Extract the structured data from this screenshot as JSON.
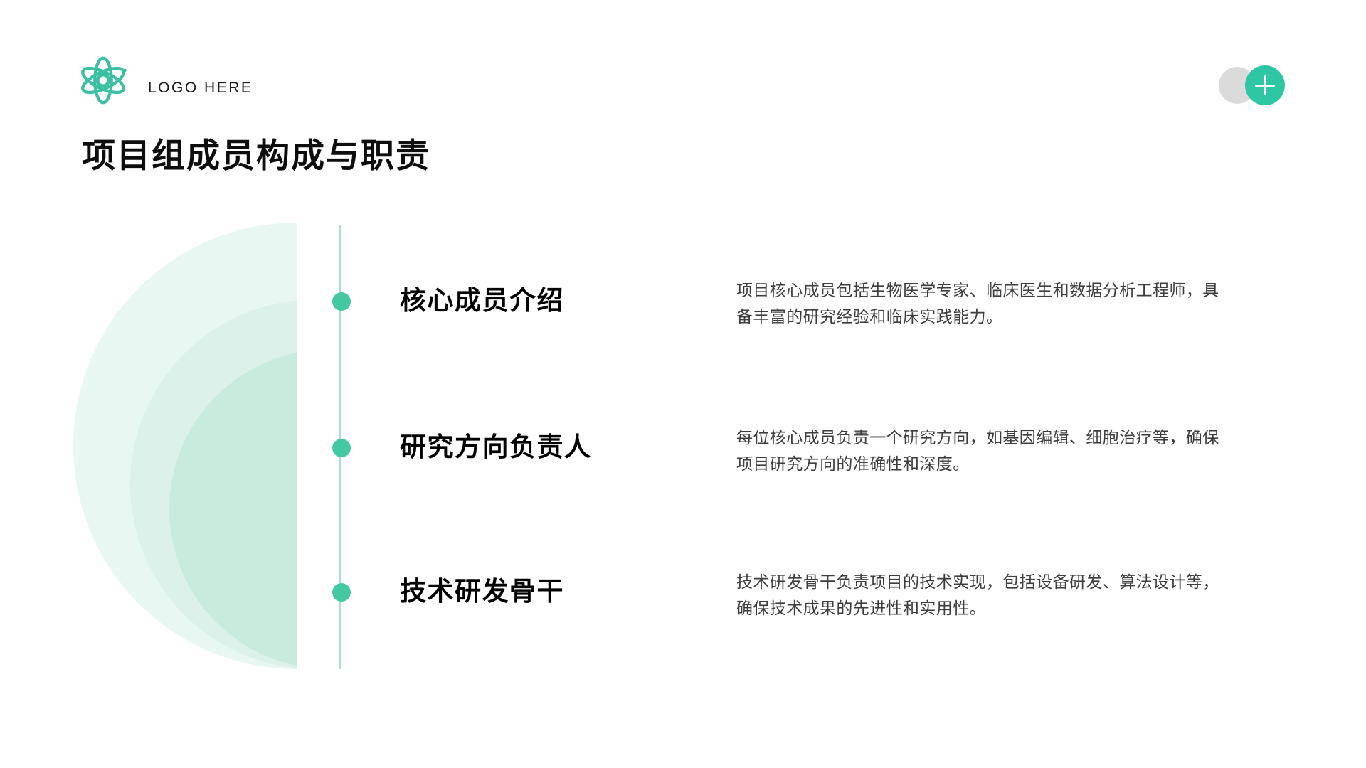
{
  "logo": {
    "icon": "atom-icon",
    "text": "LOGO HERE"
  },
  "header": {
    "plus_button_label": "+"
  },
  "title": "项目组成员构成与职责",
  "sections": [
    {
      "heading": "核心成员介绍",
      "body": "项目核心成员包括生物医学专家、临床医生和数据分析工程师，具\n备丰富的研究经验和临床实践能力。"
    },
    {
      "heading": "研究方向负责人",
      "body": "每位核心成员负责一个研究方向，如基因编辑、细胞治疗等，确保\n项目研究方向的准确性和深度。"
    },
    {
      "heading": "技术研发骨干",
      "body": "技术研发骨干负责项目的技术实现，包括设备研发、算法设计等，\n确保技术成果的先进性和实用性。"
    }
  ],
  "colors": {
    "accent": "#2ec6a3",
    "bullet_dot": "#44c8a2",
    "timeline_line": "#a7dfd1",
    "deco_circle_outer": "#e9f7f2",
    "deco_circle_middle": "#dcf1e9",
    "deco_circle_inner": "#c9ebde",
    "gray_circle": "#dbdbdb",
    "title_text": "#0d0d0d",
    "body_text": "#3d3d3d"
  }
}
